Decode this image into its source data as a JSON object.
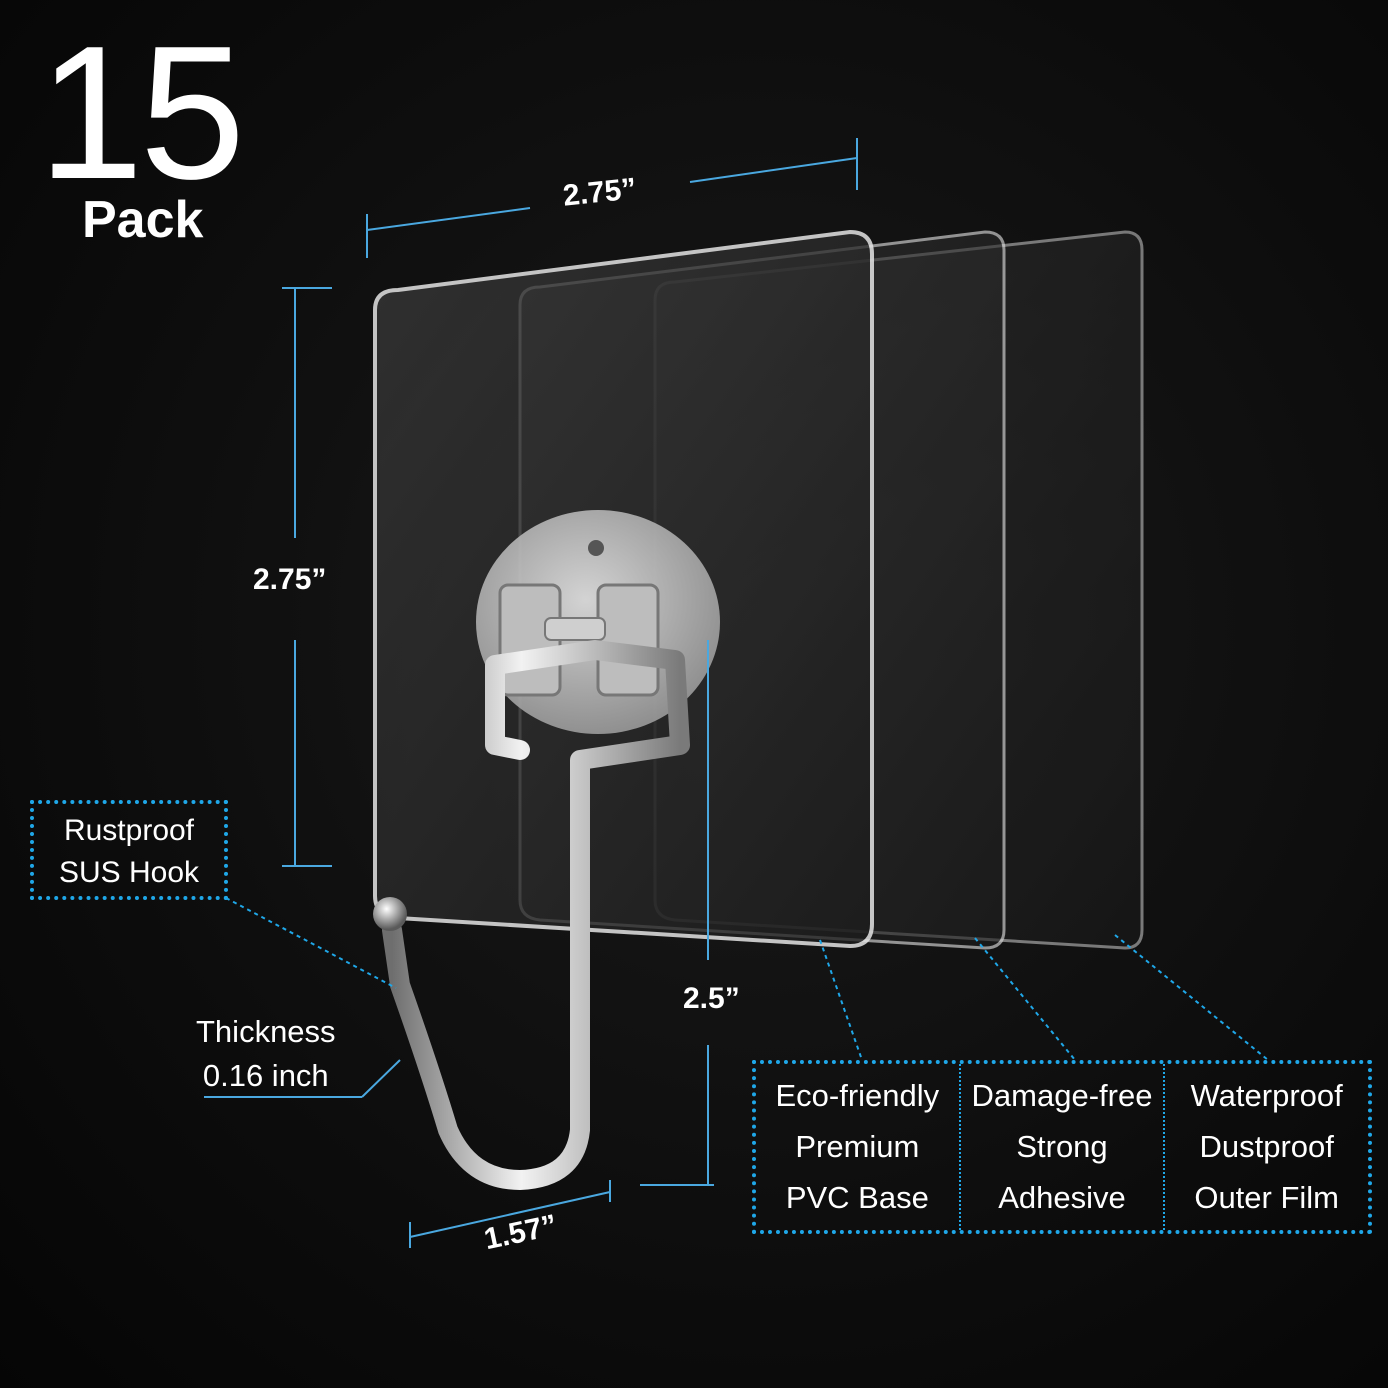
{
  "headline": {
    "count": "15",
    "unit": "Pack"
  },
  "dimensions": {
    "top_width": "2.75”",
    "side_height": "2.75”",
    "hook_length": "2.5”",
    "hook_width": "1.57”"
  },
  "callouts": {
    "rustproof": [
      "Rustproof",
      "SUS Hook"
    ],
    "thickness": [
      "Thickness",
      "0.16 inch"
    ]
  },
  "features": [
    [
      "Eco-friendly",
      "Premium",
      "PVC Base"
    ],
    [
      "Damage-free",
      "Strong",
      "Adhesive"
    ],
    [
      "Waterproof",
      "Dustproof",
      "Outer Film"
    ]
  ],
  "colors": {
    "accent": "#1fa7e8",
    "background": "#0b0b0b"
  }
}
